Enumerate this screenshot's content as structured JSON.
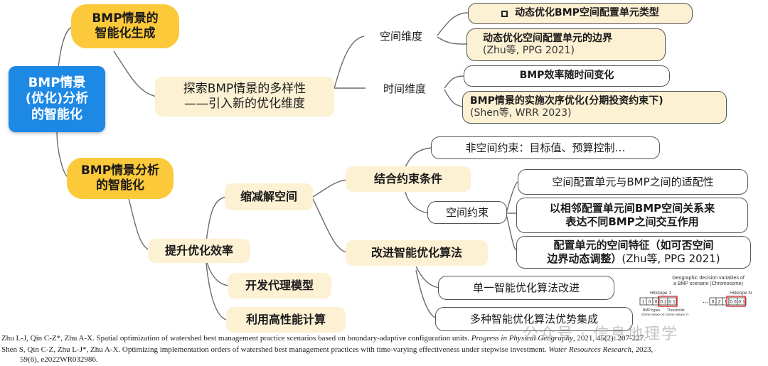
{
  "root": [
    "BMP情景",
    "(优化)分析",
    "的智能化"
  ],
  "n_gen": [
    "BMP情景的",
    "智能化生成"
  ],
  "n_explore": [
    "探索BMP情景的多样性",
    "——引入新的优化维度"
  ],
  "n_spatial": "空间维度",
  "n_temporal": "时间维度",
  "s1": "动态优化BMP空间配置单元类型",
  "s2": "动态优化空间配置单元的边界",
  "s2_ref": "(Zhu等, PPG 2021)",
  "t1": "BMP效率随时间变化",
  "t2": "BMP情景的实施次序优化(分期投资约束下)",
  "t2_ref": "(Shen等, WRR 2023)",
  "n_analysis": [
    "BMP情景分析",
    "的智能化"
  ],
  "n_eff": "提升优化效率",
  "n_reduce": "缩减解空间",
  "n_surrogate": "开发代理模型",
  "n_hpc": "利用高性能计算",
  "n_constraint": "结合约束条件",
  "n_nonspatial": "非空间约束：目标值、预算控制…",
  "n_spatialc": "空间约束",
  "c1": "空间配置单元与BMP之间的适配性",
  "c2": [
    "以相邻配置单元间BMP空间关系来",
    "表达不同BMP之间交互作用"
  ],
  "c3": [
    "配置单元的空间特征（如可否空间",
    "边界动态调整）"
  ],
  "c3_ref": "(Zhu等, PPG 2021)",
  "n_algo": "改进智能优化算法",
  "a1": "单一智能优化算法改进",
  "a2": "多种智能优化算法优势集成",
  "chrom": {
    "title1": "Geographic decision variables of",
    "title2": "a BMP scenario (Chromosome)",
    "hs1": "Hillslope 1",
    "hsn": "Hillslope N",
    "cells1": [
      "1",
      "0",
      "0",
      "0.2",
      "0.1"
    ],
    "cells2": [
      "0",
      "2",
      "1",
      "0.0",
      "0.1"
    ],
    "dots": "…",
    "lbl_types": "BMP types",
    "lbl_types2": "(Gene values X)",
    "lbl_thr": "Thresholds",
    "lbl_thr2": "(Gene values Y)"
  },
  "ref1_a": "Zhu L-J, Qin C-Z*, Zhu A-X. Spatial optimization of watershed best management practice scenarios based on boundary-adaptive configuration units. ",
  "ref1_j": "Progress in Physical Geography",
  "ref1_b": ", 2021, 45(2): 207-227.",
  "ref2_a": "Shen S, Qin C-Z, Zhu L-J*, Zhu A-X. Optimizing implementation orders of watershed best management practices with time-varying effectiveness under stepwise investment. ",
  "ref2_j": "Water Resources Research",
  "ref2_b": ", 2023,",
  "ref2_c": "59(6), e2022WR032986.",
  "watermark": "公众号 · 信息地理学",
  "colors": {
    "root": "#1e88e5",
    "yellow": "#fcc93a",
    "cream": "#fdf1d4",
    "line": "#666666"
  }
}
